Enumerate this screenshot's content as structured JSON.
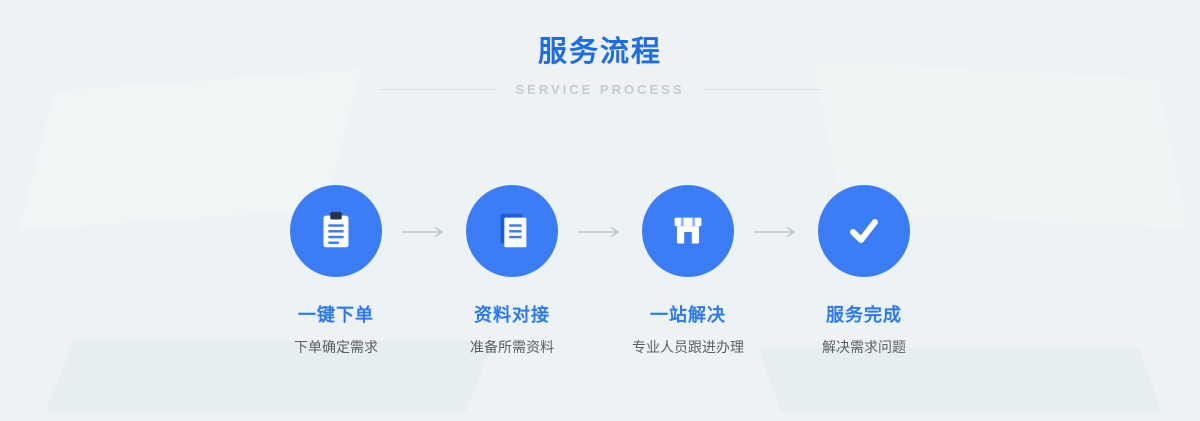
{
  "header": {
    "title": "服务流程",
    "subtitle": "SERVICE  PROCESS"
  },
  "colors": {
    "title_blue": "#1e6de6",
    "circle_blue": "#3b7df7",
    "step_title_blue": "#2b79f0",
    "desc_gray": "#5a6066",
    "subtitle_gray": "#c3ccd3",
    "arrow_gray": "#b9c4cb",
    "background": "#edf3f4"
  },
  "steps": [
    {
      "icon": "clipboard-icon",
      "title": "一键下单",
      "desc": "下单确定需求"
    },
    {
      "icon": "document-icon",
      "title": "资料对接",
      "desc": "准备所需资料"
    },
    {
      "icon": "storefront-icon",
      "title": "一站解决",
      "desc": "专业人员跟进办理"
    },
    {
      "icon": "check-icon",
      "title": "服务完成",
      "desc": "解决需求问题"
    }
  ]
}
